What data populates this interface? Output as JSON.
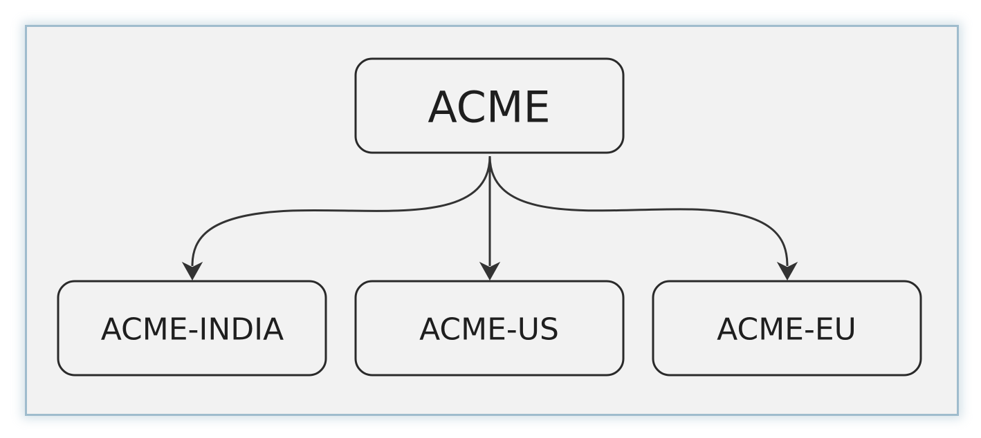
{
  "diagram": {
    "type": "tree",
    "root": {
      "id": "acme",
      "label": "ACME"
    },
    "children": [
      {
        "id": "acme-india",
        "label": "ACME-INDIA"
      },
      {
        "id": "acme-us",
        "label": "ACME-US"
      },
      {
        "id": "acme-eu",
        "label": "ACME-EU"
      }
    ],
    "edges": [
      {
        "from": "acme",
        "to": "acme-india"
      },
      {
        "from": "acme",
        "to": "acme-us"
      },
      {
        "from": "acme",
        "to": "acme-eu"
      }
    ],
    "colors": {
      "background": "#f2f2f2",
      "frame_border": "#9fbccd",
      "node_stroke": "#2a2a2a",
      "edge": "#333333",
      "text": "#1e1e1e"
    }
  }
}
